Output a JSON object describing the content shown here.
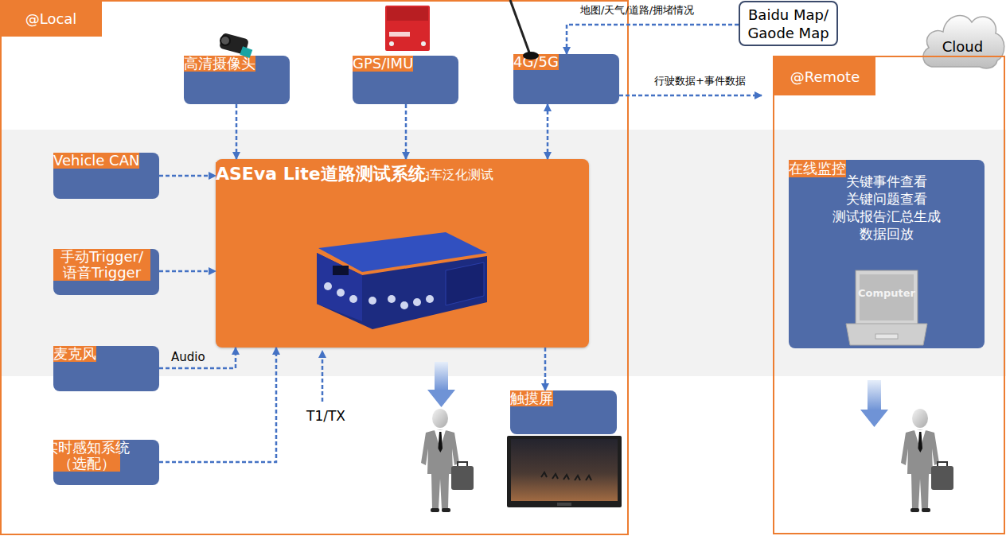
{
  "diagram": {
    "nodes": [
      {
        "text": [
          "@Local"
        ]
      },
      {
        "text": [
          "高清摄像头"
        ],
        "in": 0
      },
      {
        "text": [
          "GPS/IMU"
        ],
        "in": 0
      },
      {
        "text": [
          "4G/5G"
        ],
        "in": 0
      },
      {
        "text": [
          "Baidu Map/ Gaode Map"
        ]
      },
      {
        "text": [
          "Cloud"
        ]
      },
      {
        "text": [
          "@Remote"
        ]
      },
      {
        "text": [
          "Vehicle CAN"
        ],
        "in": 0
      },
      {
        "text": [
          "ASEva Lite道路测试系统",
          "国内外法规测试 行泊车泛化测试"
        ],
        "in": 0
      },
      {
        "text": [
          "在线监控",
          "关键事件查看",
          "关键问题查看",
          "测试报告汇总生成",
          "数据回放"
        ],
        "in": 6
      },
      {
        "text": [
          "手动Trigger/ 语音Trigger"
        ],
        "in": 0
      },
      {
        "text": [
          "麦克风"
        ],
        "in": 0
      },
      {
        "text": [
          "实时感知系统（选配）"
        ],
        "in": 0
      },
      {
        "text": [
          "触摸屏"
        ],
        "in": 0
      }
    ],
    "edges": [
      {
        "from": 1,
        "to": 8,
        "arrow": "to"
      },
      {
        "from": 2,
        "to": 8,
        "arrow": "to"
      },
      {
        "from": 3,
        "to": 8,
        "arrow": "both"
      },
      {
        "from": 4,
        "to": 3,
        "label": "地图/天气/道路/拥堵情况",
        "arrow": "to"
      },
      {
        "from": 3,
        "to": 6,
        "label": "行驶数据+事件数据",
        "arrow": "to"
      },
      {
        "from": 7,
        "to": 8,
        "arrow": "to"
      },
      {
        "from": 10,
        "to": 8,
        "arrow": "to"
      },
      {
        "from": 11,
        "to": 8,
        "label": "Audio",
        "arrow": "to"
      },
      {
        "from": 12,
        "to": 8,
        "arrow": "to"
      },
      {
        "from": 8,
        "to": 13,
        "arrow": "to"
      }
    ],
    "labels": [
      "T1/TX",
      "Computer"
    ]
  }
}
